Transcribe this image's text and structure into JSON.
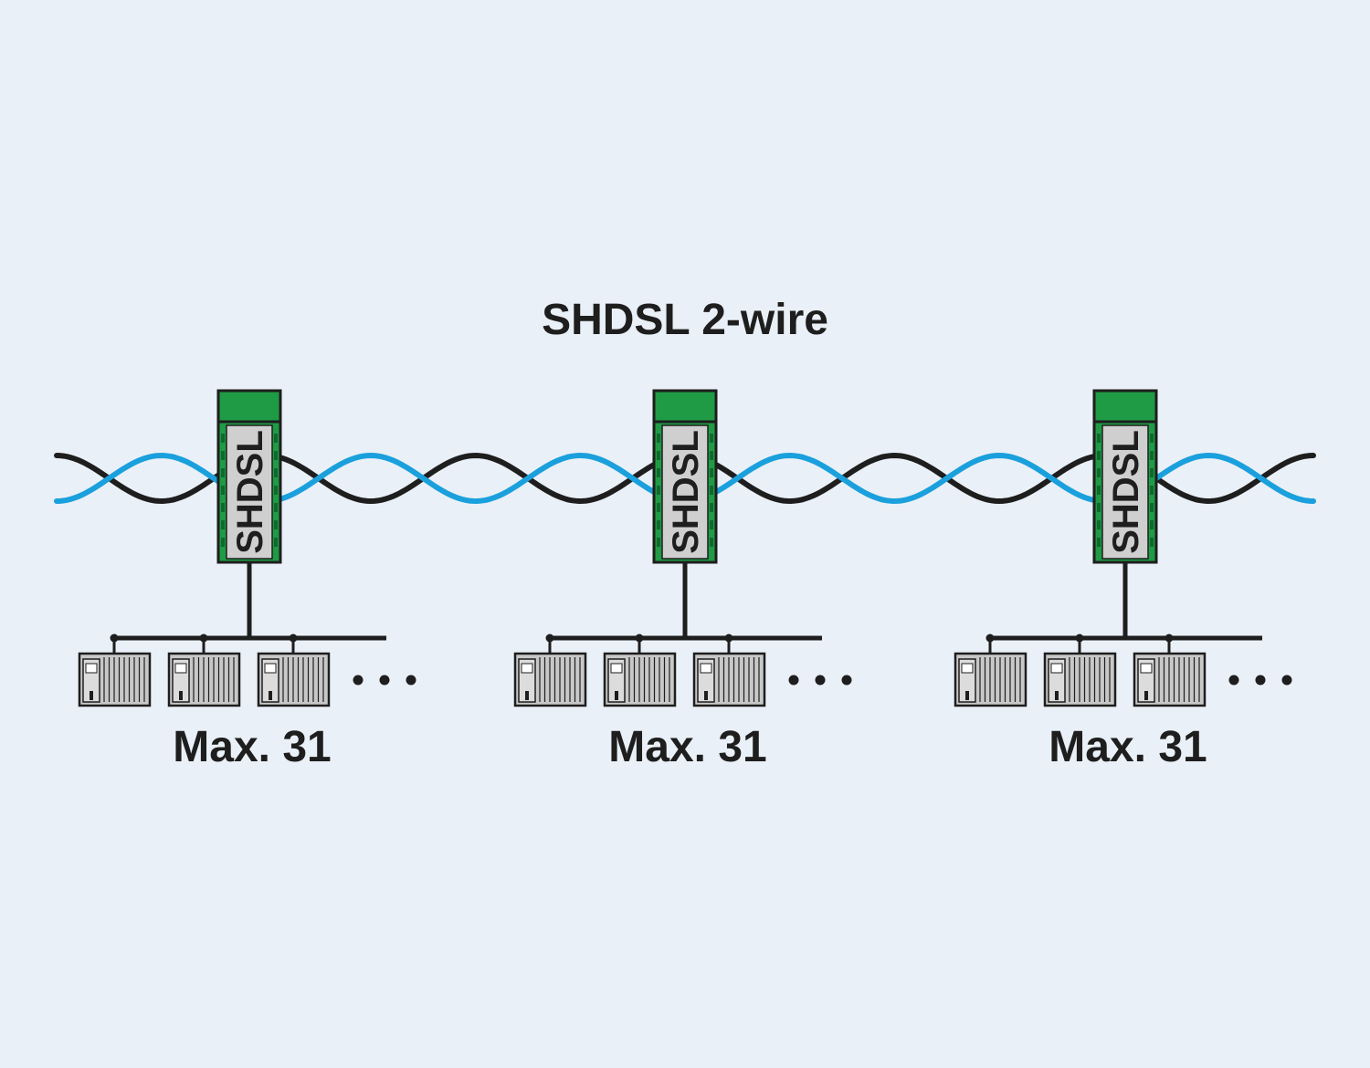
{
  "title": "SHDSL 2-wire",
  "colors": {
    "background": "#eaf0f7",
    "wire_black": "#1e1e1e",
    "wire_blue": "#1aa0dc",
    "module_green": "#1f9b45",
    "module_panel": "#cfcfcf",
    "device_gray": "#c8c8c8"
  },
  "segments": [
    {
      "module_label": "SHDSL",
      "devices_shown": 3,
      "ellipsis": "• • •",
      "label": "Max. 31"
    },
    {
      "module_label": "SHDSL",
      "devices_shown": 3,
      "ellipsis": "• • •",
      "label": "Max. 31"
    },
    {
      "module_label": "SHDSL",
      "devices_shown": 3,
      "ellipsis": "• • •",
      "label": "Max. 31"
    }
  ]
}
